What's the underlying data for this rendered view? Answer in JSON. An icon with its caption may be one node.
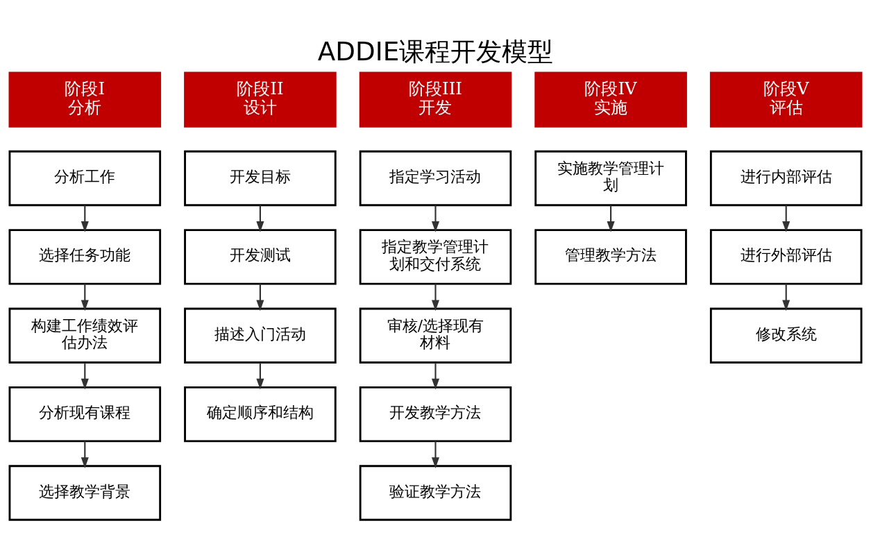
{
  "diagram": {
    "title": "ADDIE课程开发模型",
    "nodes": [
      {
        "text": [
          "阶段I",
          "分析"
        ]
      },
      {
        "text": [
          "分析工作"
        ]
      },
      {
        "text": [
          "选择任务功能"
        ]
      },
      {
        "text": [
          "构建工作绩效评估办法"
        ]
      },
      {
        "text": [
          "分析现有课程"
        ]
      },
      {
        "text": [
          "选择教学背景"
        ]
      },
      {
        "text": [
          "阶段II",
          "设计"
        ]
      },
      {
        "text": [
          "开发目标"
        ]
      },
      {
        "text": [
          "开发测试"
        ]
      },
      {
        "text": [
          "描述入门活动"
        ]
      },
      {
        "text": [
          "确定顺序和结构"
        ]
      },
      {
        "text": [
          "阶段III",
          "开发"
        ]
      },
      {
        "text": [
          "指定学习活动"
        ]
      },
      {
        "text": [
          "指定教学管理计划和交付系统"
        ]
      },
      {
        "text": [
          "审核/选择现有材料"
        ]
      },
      {
        "text": [
          "开发教学方法"
        ]
      },
      {
        "text": [
          "验证教学方法"
        ]
      },
      {
        "text": [
          "阶段IV",
          "实施"
        ]
      },
      {
        "text": [
          "实施教学管理计划"
        ]
      },
      {
        "text": [
          "管理教学方法"
        ]
      },
      {
        "text": [
          "阶段V",
          "评估"
        ]
      },
      {
        "text": [
          "进行内部评估"
        ]
      },
      {
        "text": [
          "进行外部评估"
        ]
      },
      {
        "text": [
          "修改系统"
        ]
      }
    ],
    "edges": [
      {
        "from": 1,
        "to": 2,
        "arrow": "to"
      },
      {
        "from": 2,
        "to": 3,
        "arrow": "to"
      },
      {
        "from": 3,
        "to": 4,
        "arrow": "to"
      },
      {
        "from": 4,
        "to": 5,
        "arrow": "to"
      },
      {
        "from": 7,
        "to": 8,
        "arrow": "to"
      },
      {
        "from": 8,
        "to": 9,
        "arrow": "to"
      },
      {
        "from": 9,
        "to": 10,
        "arrow": "to"
      },
      {
        "from": 12,
        "to": 13,
        "arrow": "to"
      },
      {
        "from": 13,
        "to": 14,
        "arrow": "to"
      },
      {
        "from": 14,
        "to": 15,
        "arrow": "to"
      },
      {
        "from": 15,
        "to": 16,
        "arrow": "to"
      },
      {
        "from": 18,
        "to": 19,
        "arrow": "to"
      },
      {
        "from": 21,
        "to": 22,
        "arrow": "to"
      },
      {
        "from": 22,
        "to": 23,
        "arrow": "to"
      }
    ]
  }
}
